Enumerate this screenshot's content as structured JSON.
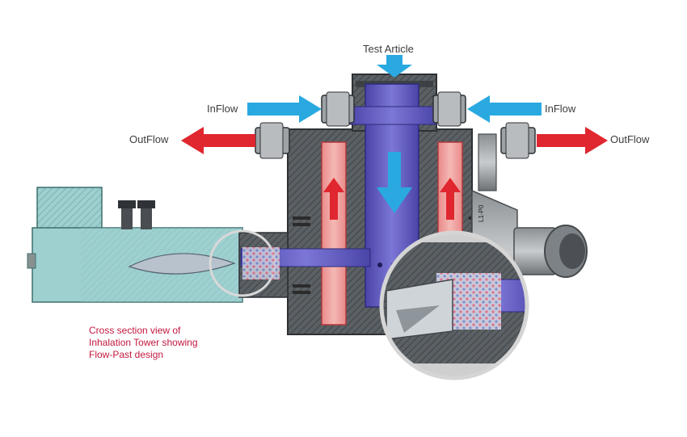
{
  "labels": {
    "test_article": "Test Article",
    "inflow_left": "InFlow",
    "inflow_right": "InFlow",
    "outflow_left": "OutFlow",
    "outflow_right": "OutFlow"
  },
  "caption": {
    "line1": "Cross section view of",
    "line2": "Inhalation Tower showing",
    "line3": "Flow-Past design"
  },
  "device_marking": "L1-P0",
  "colors": {
    "inflow_arrow": "#2aa9e0",
    "outflow_arrow": "#e0262e",
    "caption_text": "#c2183f",
    "steel_dark": "#555a5e",
    "chamber_glass": "#8ec9c9",
    "central_tube": "#5a55b8"
  },
  "icons": {
    "inflow": "arrow-right / arrow-left (blue)",
    "outflow": "arrow-left / arrow-right (red)",
    "test_article": "arrow-down (blue)"
  }
}
